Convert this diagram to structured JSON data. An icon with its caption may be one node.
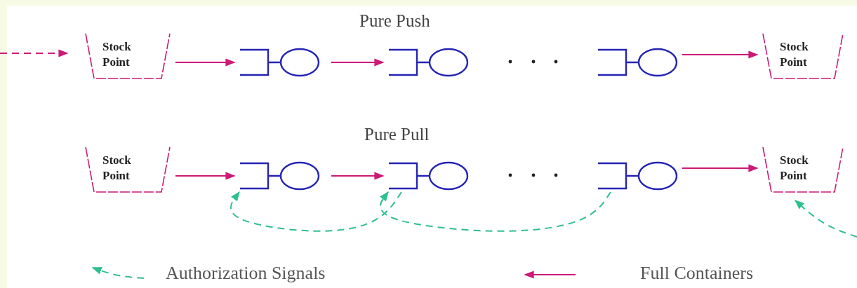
{
  "diagram": {
    "nodes": [
      {
        "text": [
          "Stock Point"
        ]
      },
      {
        "text": [],
        "shape": "queue"
      },
      {
        "text": [],
        "shape": "queue"
      },
      {
        "text": [],
        "shape": "queue"
      },
      {
        "text": [
          "Stock Point"
        ]
      },
      {
        "text": [
          "Stock Point"
        ]
      },
      {
        "text": [],
        "shape": "queue"
      },
      {
        "text": [],
        "shape": "queue"
      },
      {
        "text": [],
        "shape": "queue"
      },
      {
        "text": [
          "Stock Point"
        ]
      }
    ],
    "edges": [
      {
        "from": null,
        "to": 0,
        "arrow": "to",
        "style": "dashed"
      },
      {
        "from": 0,
        "to": 1,
        "arrow": "to"
      },
      {
        "from": 1,
        "to": 2,
        "arrow": "to"
      },
      {
        "from": 3,
        "to": 4,
        "arrow": "to"
      },
      {
        "from": 5,
        "to": 6,
        "arrow": "to"
      },
      {
        "from": 6,
        "to": 7,
        "arrow": "to"
      },
      {
        "from": 8,
        "to": 9,
        "arrow": "to"
      },
      {
        "from": 7,
        "to": 6,
        "arrow": "to",
        "style": "dashed",
        "color": "#2ec08e"
      },
      {
        "from": 8,
        "to": 7,
        "arrow": "to",
        "style": "dashed",
        "color": "#2ec08e"
      },
      {
        "from": null,
        "to": 9,
        "arrow": "to",
        "style": "dashed",
        "color": "#2ec08e"
      }
    ],
    "labels": [
      "Pure Push",
      "Pure Pull"
    ],
    "legend": [
      {
        "text": "Authorization Signals"
      },
      {
        "text": "Full Containers"
      }
    ]
  }
}
